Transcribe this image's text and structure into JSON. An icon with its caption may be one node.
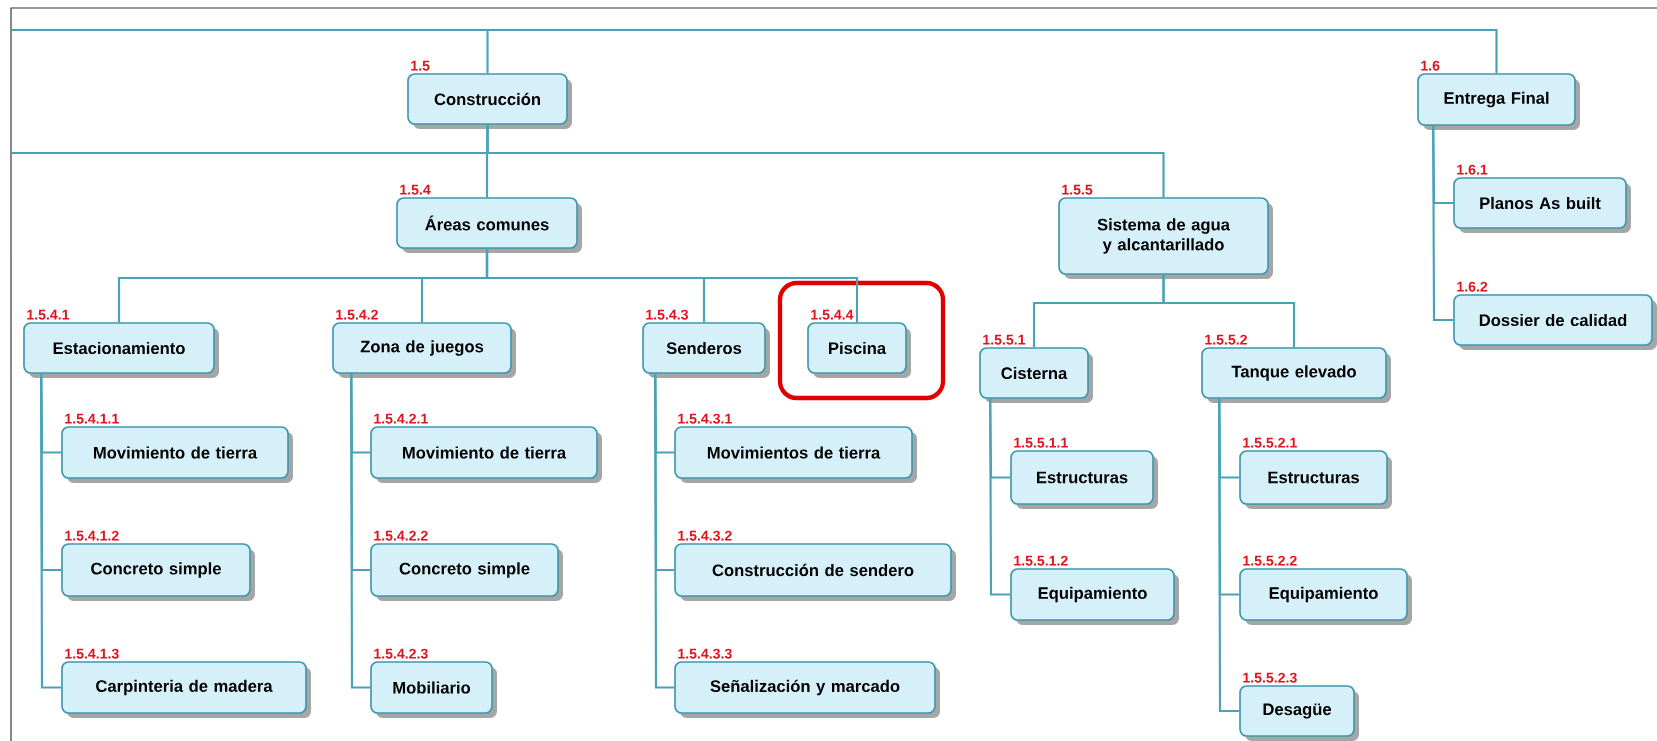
{
  "diagram": {
    "nodes": [
      {
        "text": [
          "1.5",
          "Construcción"
        ]
      },
      {
        "text": [
          "1.6",
          "Entrega Final"
        ]
      },
      {
        "text": [
          "1.5.4",
          "Áreas comunes"
        ]
      },
      {
        "text": [
          "1.5.5",
          "Sistema de agua y alcantarillado"
        ]
      },
      {
        "text": [
          "1.6.1",
          "Planos As built"
        ]
      },
      {
        "text": [
          "1.6.2",
          "Dossier de calidad"
        ]
      },
      {
        "text": [
          "1.5.4.1",
          "Estacionamiento"
        ]
      },
      {
        "text": [
          "1.5.4.2",
          "Zona de juegos"
        ]
      },
      {
        "text": [
          "1.5.4.3",
          "Senderos"
        ]
      },
      {
        "text": [],
        "shape": "box"
      },
      {
        "text": [
          "1.5.4.4",
          "Piscina"
        ],
        "in": 9
      },
      {
        "text": [
          "1.5.5.1",
          "Cisterna"
        ]
      },
      {
        "text": [
          "1.5.5.2",
          "Tanque elevado"
        ]
      },
      {
        "text": [
          "1.5.4.1.1",
          "Movimiento de tierra"
        ]
      },
      {
        "text": [
          "1.5.4.1.2",
          "Concreto simple"
        ]
      },
      {
        "text": [
          "1.5.4.1.3",
          "Carpinteria de madera"
        ]
      },
      {
        "text": [
          "1.5.4.2.1",
          "Movimiento de tierra"
        ]
      },
      {
        "text": [
          "1.5.4.2.2",
          "Concreto simple"
        ]
      },
      {
        "text": [
          "1.5.4.2.3",
          "Mobiliario"
        ]
      },
      {
        "text": [
          "1.5.4.3.1",
          "Movimientos de tierra"
        ]
      },
      {
        "text": [
          "1.5.4.3.2",
          "Construcción de sendero"
        ]
      },
      {
        "text": [
          "1.5.4.3.3",
          "Señalización y marcado"
        ]
      },
      {
        "text": [
          "1.5.5.1.1",
          "Estructuras"
        ]
      },
      {
        "text": [
          "1.5.5.1.2",
          "Equipamiento"
        ]
      },
      {
        "text": [
          "1.5.5.2.1",
          "Estructuras"
        ]
      },
      {
        "text": [
          "1.5.5.2.2",
          "Equipamiento"
        ]
      },
      {
        "text": [
          "1.5.5.2.3",
          "Desagüe"
        ]
      }
    ],
    "edges": [
      {
        "from": null,
        "to": 0,
        "arrow": "none"
      },
      {
        "from": null,
        "to": 1,
        "arrow": "none"
      },
      {
        "from": 0,
        "to": null,
        "arrow": "none"
      },
      {
        "from": 0,
        "to": 2,
        "arrow": "none"
      },
      {
        "from": 0,
        "to": 3,
        "arrow": "none"
      },
      {
        "from": 1,
        "to": 4,
        "arrow": "none"
      },
      {
        "from": 1,
        "to": 5,
        "arrow": "none"
      },
      {
        "from": 2,
        "to": 6,
        "arrow": "none"
      },
      {
        "from": 2,
        "to": 7,
        "arrow": "none"
      },
      {
        "from": 2,
        "to": 8,
        "arrow": "none"
      },
      {
        "from": 2,
        "to": 10,
        "arrow": "none"
      },
      {
        "from": 3,
        "to": 11,
        "arrow": "none"
      },
      {
        "from": 3,
        "to": 12,
        "arrow": "none"
      },
      {
        "from": 6,
        "to": 13,
        "arrow": "none"
      },
      {
        "from": 6,
        "to": 14,
        "arrow": "none"
      },
      {
        "from": 6,
        "to": 15,
        "arrow": "none"
      },
      {
        "from": 7,
        "to": 16,
        "arrow": "none"
      },
      {
        "from": 7,
        "to": 17,
        "arrow": "none"
      },
      {
        "from": 7,
        "to": 18,
        "arrow": "none"
      },
      {
        "from": 8,
        "to": 19,
        "arrow": "none"
      },
      {
        "from": 8,
        "to": 20,
        "arrow": "none"
      },
      {
        "from": 8,
        "to": 21,
        "arrow": "none"
      },
      {
        "from": 11,
        "to": 22,
        "arrow": "none"
      },
      {
        "from": 11,
        "to": 23,
        "arrow": "none"
      },
      {
        "from": 12,
        "to": 24,
        "arrow": "none"
      },
      {
        "from": 12,
        "to": 25,
        "arrow": "none"
      },
      {
        "from": 12,
        "to": 26,
        "arrow": "none"
      }
    ]
  }
}
